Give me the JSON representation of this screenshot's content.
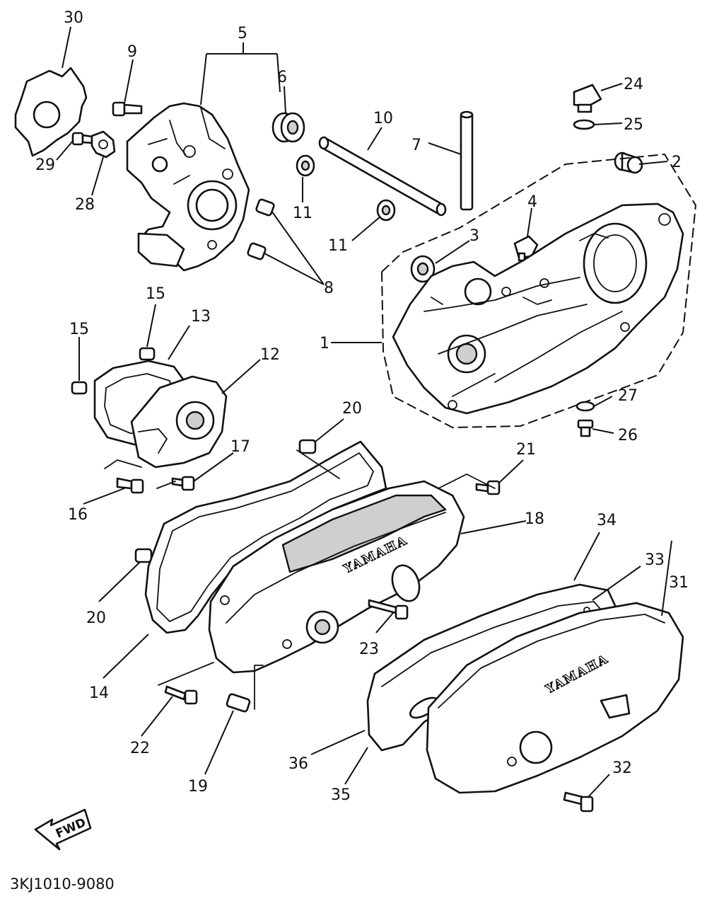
{
  "diagram": {
    "part_code": "3KJ1010-9080",
    "brand_marks": [
      "YAMAHA",
      "YAMAHA"
    ],
    "direction_label": "FWD",
    "callouts": [
      {
        "id": "c30",
        "label": "30"
      },
      {
        "id": "c5",
        "label": "5"
      },
      {
        "id": "c9",
        "label": "9"
      },
      {
        "id": "c6",
        "label": "6"
      },
      {
        "id": "c24",
        "label": "24"
      },
      {
        "id": "c25",
        "label": "25"
      },
      {
        "id": "c10",
        "label": "10"
      },
      {
        "id": "c7",
        "label": "7"
      },
      {
        "id": "c29",
        "label": "29"
      },
      {
        "id": "c28",
        "label": "28"
      },
      {
        "id": "c11a",
        "label": "11"
      },
      {
        "id": "c11b",
        "label": "11"
      },
      {
        "id": "c2",
        "label": "2"
      },
      {
        "id": "c4",
        "label": "4"
      },
      {
        "id": "c3",
        "label": "3"
      },
      {
        "id": "c8",
        "label": "8"
      },
      {
        "id": "c15a",
        "label": "15"
      },
      {
        "id": "c15b",
        "label": "15"
      },
      {
        "id": "c13",
        "label": "13"
      },
      {
        "id": "c12",
        "label": "12"
      },
      {
        "id": "c1",
        "label": "1"
      },
      {
        "id": "c27",
        "label": "27"
      },
      {
        "id": "c26",
        "label": "26"
      },
      {
        "id": "c20a",
        "label": "20"
      },
      {
        "id": "c17",
        "label": "17"
      },
      {
        "id": "c21",
        "label": "21"
      },
      {
        "id": "c16",
        "label": "16"
      },
      {
        "id": "c18",
        "label": "18"
      },
      {
        "id": "c34",
        "label": "34"
      },
      {
        "id": "c33",
        "label": "33"
      },
      {
        "id": "c31",
        "label": "31"
      },
      {
        "id": "c20b",
        "label": "20"
      },
      {
        "id": "c23",
        "label": "23"
      },
      {
        "id": "c14",
        "label": "14"
      },
      {
        "id": "c22",
        "label": "22"
      },
      {
        "id": "c36",
        "label": "36"
      },
      {
        "id": "c32",
        "label": "32"
      },
      {
        "id": "c19",
        "label": "19"
      },
      {
        "id": "c35",
        "label": "35"
      }
    ]
  }
}
